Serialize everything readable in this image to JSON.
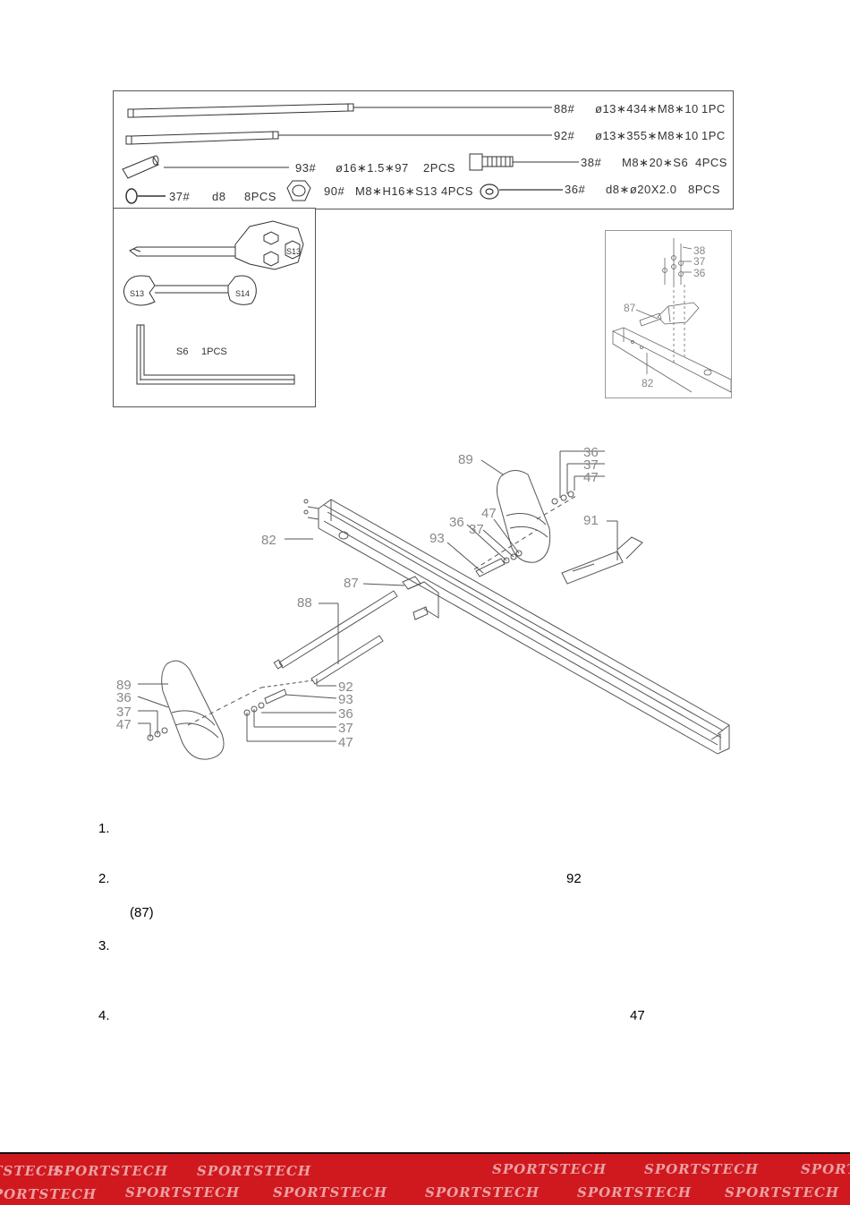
{
  "parts_list": {
    "row1": {
      "code": "88#",
      "spec": "ø13∗434∗M8∗10",
      "qty": "1PC"
    },
    "row2": {
      "code": "92#",
      "spec": "ø13∗355∗M8∗10",
      "qty": "1PC"
    },
    "row3a": {
      "code": "93#",
      "spec": "ø16∗1.5∗97",
      "qty": "2PCS"
    },
    "row3b": {
      "code": "38#",
      "spec": "M8∗20∗S6",
      "qty": "4PCS"
    },
    "row4a": {
      "code": "37#",
      "spec": "d8",
      "qty": "8PCS"
    },
    "row4b": {
      "code": "90#",
      "spec": "M8∗H16∗S13",
      "qty": "4PCS"
    },
    "row4c": {
      "code": "36#",
      "spec": "d8∗ø20X2.0",
      "qty": "8PCS"
    }
  },
  "tools": {
    "wrench_tool_size": "S13",
    "spanner_left": "S13",
    "spanner_right": "S14",
    "hex_key": "S6",
    "hex_key_qty": "1PCS"
  },
  "detail_diagram": {
    "labels": [
      "38",
      "37",
      "36",
      "87",
      "82"
    ]
  },
  "main_diagram": {
    "labels": {
      "l89a": "89",
      "l36a": "36",
      "l37a": "37",
      "l47a": "47",
      "l91": "91",
      "l47b": "47",
      "l36b": "36",
      "l37b": "37",
      "l93a": "93",
      "l82": "82",
      "l87": "87",
      "l88": "88",
      "l89b": "89",
      "l36c": "36",
      "l37c": "37",
      "l47c": "47",
      "l92": "92",
      "l93b": "93",
      "l36d": "36",
      "l37d": "37",
      "l47d": "47"
    }
  },
  "steps": [
    {
      "num": "1.",
      "text": ""
    },
    {
      "num": "2.",
      "text": "",
      "ref": "92",
      "ref2": "(87)"
    },
    {
      "num": "3.",
      "text": ""
    },
    {
      "num": "4.",
      "text": "",
      "ref": "47"
    }
  ],
  "footer": {
    "brand": "SPORTSTECH",
    "color": "#d0191f"
  }
}
